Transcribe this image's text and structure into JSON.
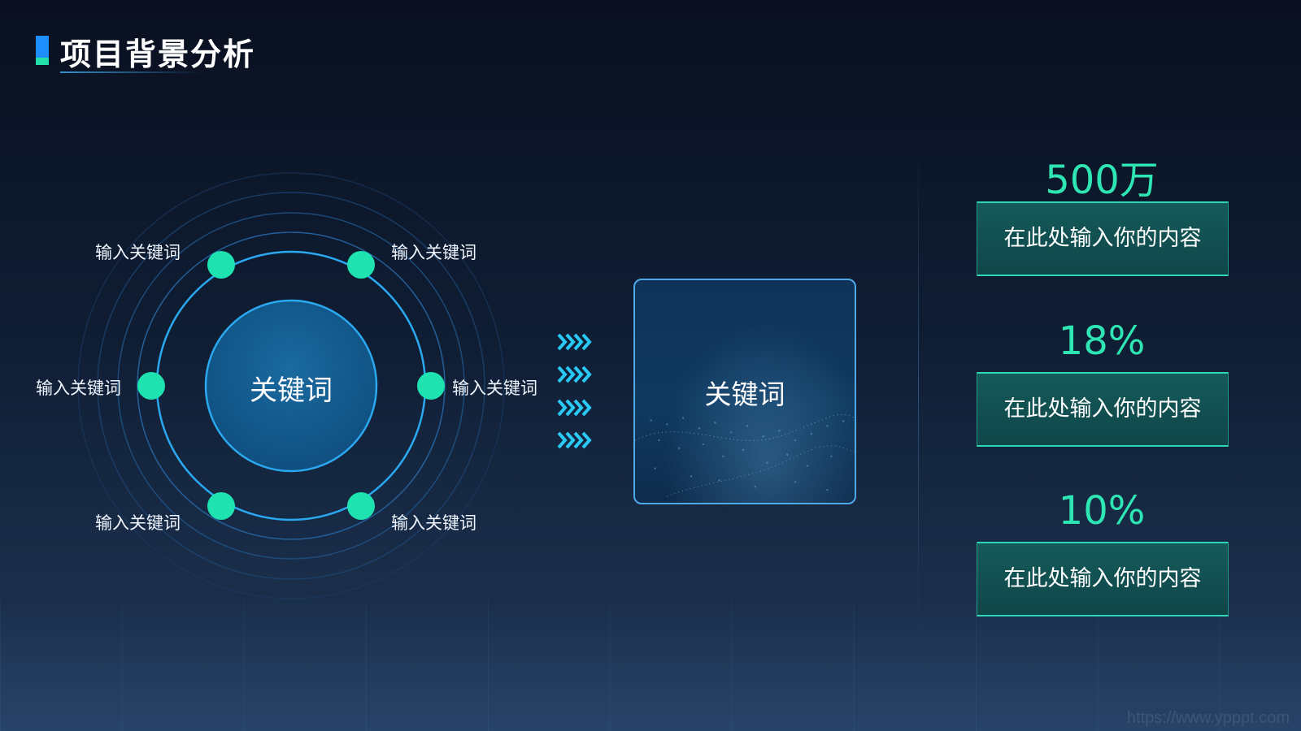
{
  "title": "项目背景分析",
  "diagram": {
    "center_label": "关键词",
    "keywords": [
      "输入关键词",
      "输入关键词",
      "输入关键词",
      "输入关键词",
      "输入关键词",
      "输入关键词"
    ]
  },
  "card": {
    "label": "关键词"
  },
  "stats": [
    {
      "value": "500万",
      "text": "在此处输入你的内容"
    },
    {
      "value": "18%",
      "text": "在此处输入你的内容"
    },
    {
      "value": "10%",
      "text": "在此处输入你的内容"
    }
  ],
  "watermark": "https://www.ypppt.com",
  "colors": {
    "accent_green": "#2ee6b4",
    "accent_blue": "#1f8fff",
    "node": "#1ee3b0",
    "stat_box": "#155a5a"
  },
  "icons": {
    "arrows": "chevron-right-icon"
  }
}
